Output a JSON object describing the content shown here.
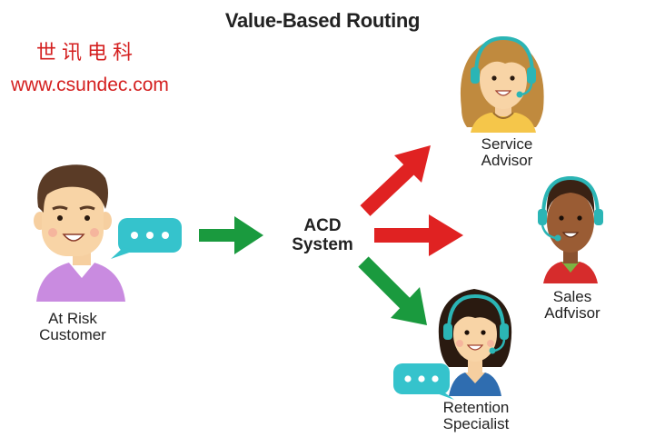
{
  "title": "Value-Based Routing",
  "watermark": {
    "company_cn": "世讯电科",
    "url": "www.csundec.com",
    "color": "#d42020"
  },
  "nodes": {
    "customer": {
      "line1": "At Risk",
      "line2": "Customer"
    },
    "acd": {
      "line1": "ACD",
      "line2": "System"
    },
    "service": {
      "line1": "Service",
      "line2": "Advisor"
    },
    "sales": {
      "line1": "Sales",
      "line2": "Adfvisor"
    },
    "retention": {
      "line1": "Retention",
      "line2": "Specialist"
    }
  },
  "colors": {
    "arrow_green": "#1a9a3e",
    "arrow_red": "#e02222",
    "bubble": "#35c3cc",
    "headset": "#2bb5b5"
  },
  "icons": {
    "customer": "man-avatar",
    "service": "woman-headset-avatar",
    "sales": "man-headset-avatar",
    "retention": "woman-headset-avatar",
    "bubble": "chat-bubble-icon"
  }
}
